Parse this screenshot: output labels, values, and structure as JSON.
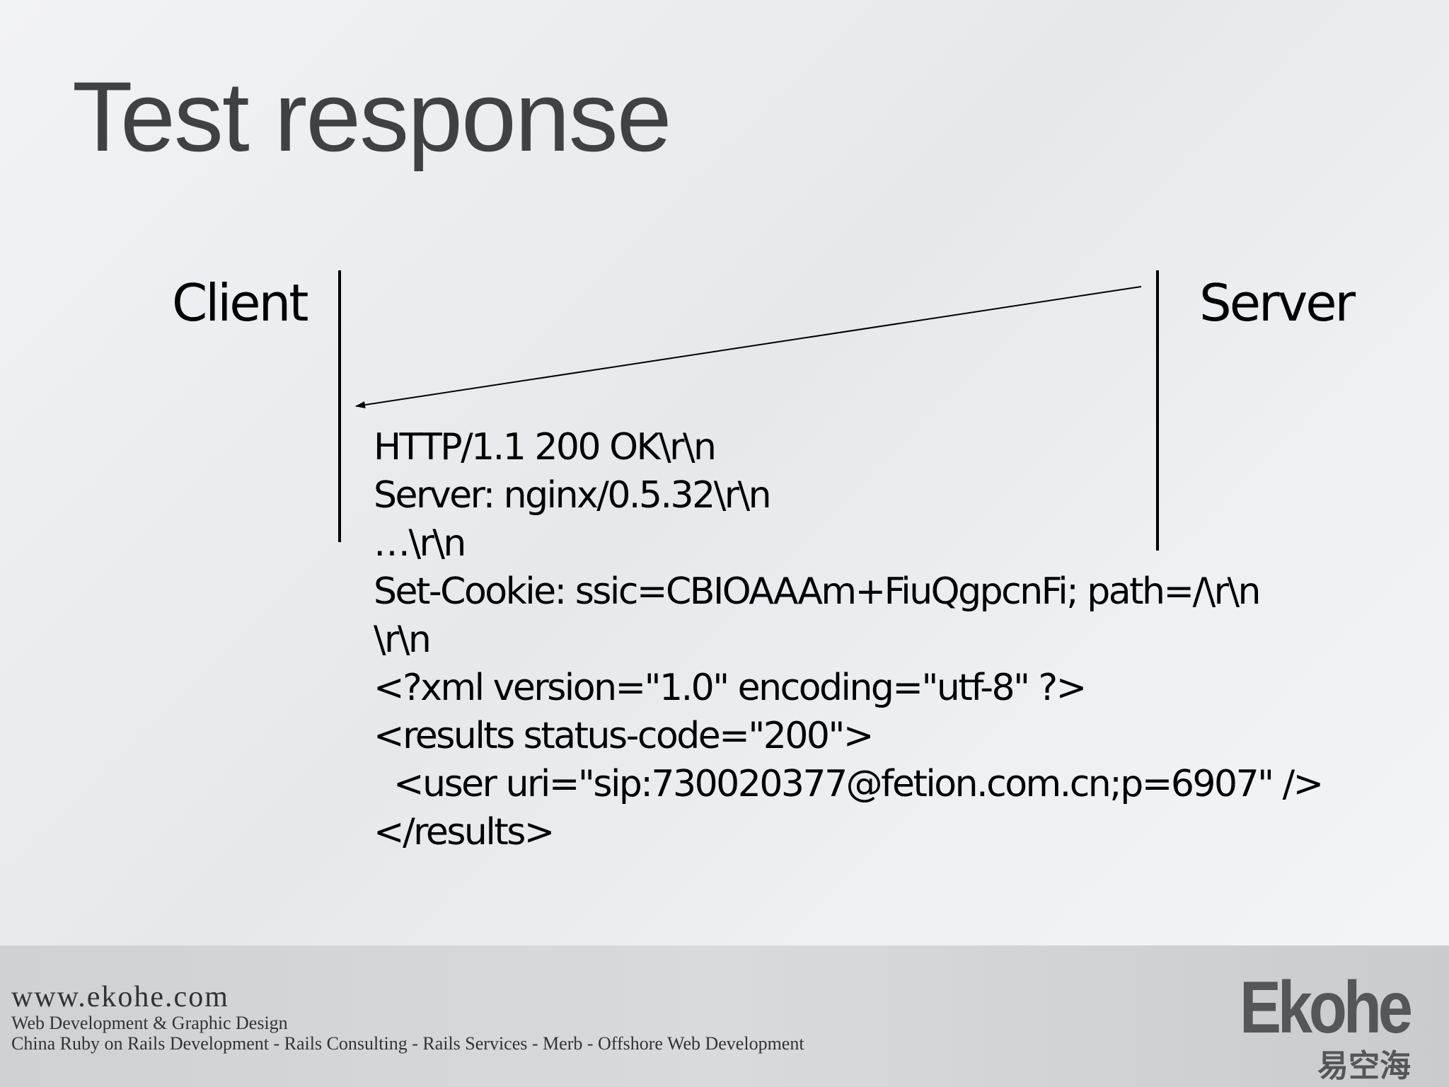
{
  "slide": {
    "title": "Test response",
    "client_label": "Client",
    "server_label": "Server",
    "response_lines": [
      "HTTP/1.1 200 OK\\r\\n",
      "Server: nginx/0.5.32\\r\\n",
      "…\\r\\n",
      "Set-Cookie: ssic=CBIOAAAm+FiuQgpcnFi; path=/\\r\\n",
      "\\r\\n",
      "<?xml version=\"1.0\" encoding=\"utf-8\" ?>",
      "<results status-code=\"200\">",
      "  <user uri=\"sip:730020377@fetion.com.cn;p=6907\" />",
      "</results>"
    ],
    "arrow_direction": "server-to-client"
  },
  "footer": {
    "website": "www.ekohe.com",
    "tagline": "Web Development & Graphic Design",
    "services": "China Ruby on Rails Development - Rails Consulting - Rails Services - Merb - Offshore Web Development",
    "logo_text": "Ekohe",
    "logo_cn": "易空海"
  }
}
